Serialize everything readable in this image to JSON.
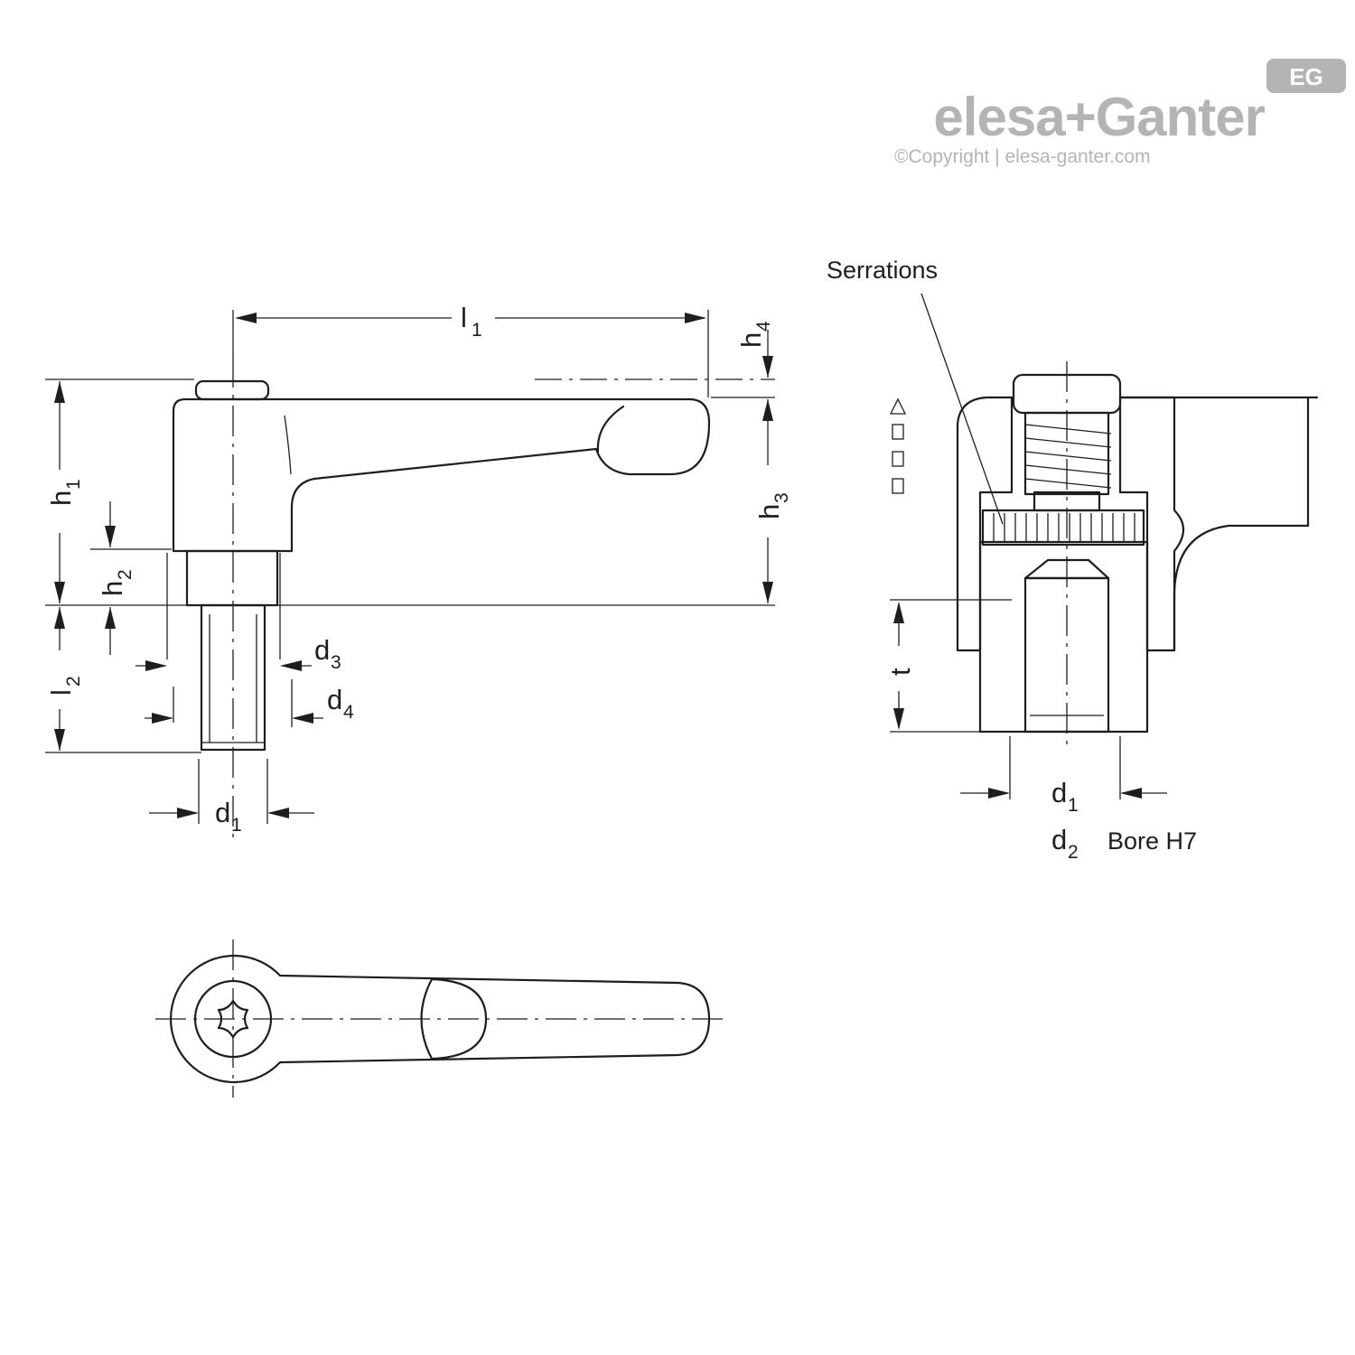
{
  "logo": {
    "brand": "elesa+Ganter",
    "badge": "EG",
    "copyright": "©Copyright | elesa-ganter.com",
    "color": "#b4b4b4"
  },
  "side_view": {
    "dimensions": {
      "l1": {
        "main": "l",
        "sub": "1"
      },
      "h1": {
        "main": "h",
        "sub": "1"
      },
      "h2": {
        "main": "h",
        "sub": "2"
      },
      "h3": {
        "main": "h",
        "sub": "3"
      },
      "h4": {
        "main": "h",
        "sub": "4"
      },
      "l2": {
        "main": "l",
        "sub": "2"
      },
      "d1": {
        "main": "d",
        "sub": "1"
      },
      "d3": {
        "main": "d",
        "sub": "3"
      },
      "d4": {
        "main": "d",
        "sub": "4"
      }
    }
  },
  "section_view": {
    "serrations_label": "Serrations",
    "t_label": "t",
    "d1": {
      "main": "d",
      "sub": "1"
    },
    "d2": {
      "main": "d",
      "sub": "2"
    },
    "bore_label": "Bore H7"
  },
  "colors": {
    "line": "#1e1e1e",
    "background": "#ffffff"
  }
}
